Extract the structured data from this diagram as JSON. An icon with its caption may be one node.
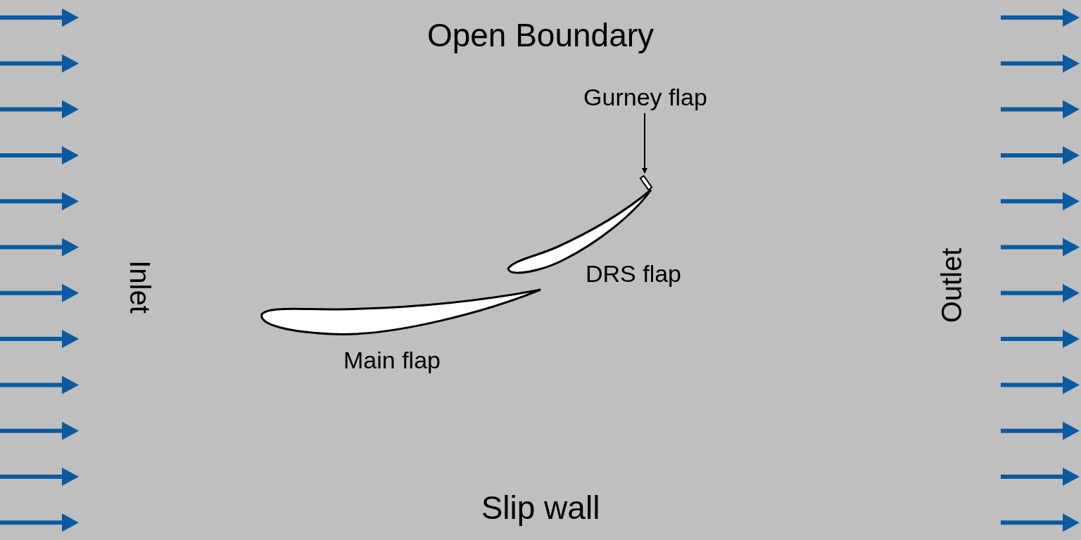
{
  "diagram": {
    "nodes": [
      {
        "text": [
          "Gurney flap"
        ]
      },
      {
        "text": [],
        "shape": "box"
      }
    ],
    "edges": [
      {
        "from": 0,
        "to": 1,
        "arrow": "to"
      }
    ],
    "labels": [
      "Open Boundary",
      "Inlet",
      "Outlet",
      "DRS flap",
      "Main flap",
      "Slip wall"
    ]
  }
}
